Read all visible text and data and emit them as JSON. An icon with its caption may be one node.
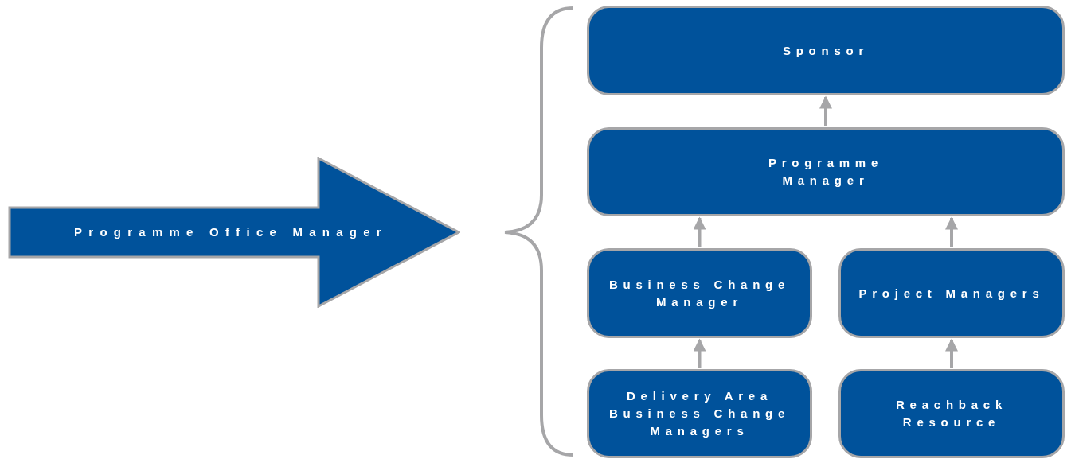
{
  "diagram": {
    "nodes": [
      {
        "text": [
          "Sponsor"
        ]
      },
      {
        "text": [
          "Programme Manager"
        ]
      },
      {
        "text": [
          "Business Change Manager"
        ]
      },
      {
        "text": [
          "Project Managers"
        ]
      },
      {
        "text": [
          "Delivery Area Business Change Managers"
        ]
      },
      {
        "text": [
          "Reachback Resource"
        ]
      },
      {
        "text": [
          "Programme Office Manager"
        ]
      }
    ],
    "edges": [
      {
        "from": 1,
        "to": 0,
        "arrow": "to"
      },
      {
        "from": 2,
        "to": 1,
        "arrow": "to"
      },
      {
        "from": 3,
        "to": 1,
        "arrow": "to"
      },
      {
        "from": 4,
        "to": 2,
        "arrow": "to"
      },
      {
        "from": 5,
        "to": 3,
        "arrow": "to"
      }
    ]
  }
}
